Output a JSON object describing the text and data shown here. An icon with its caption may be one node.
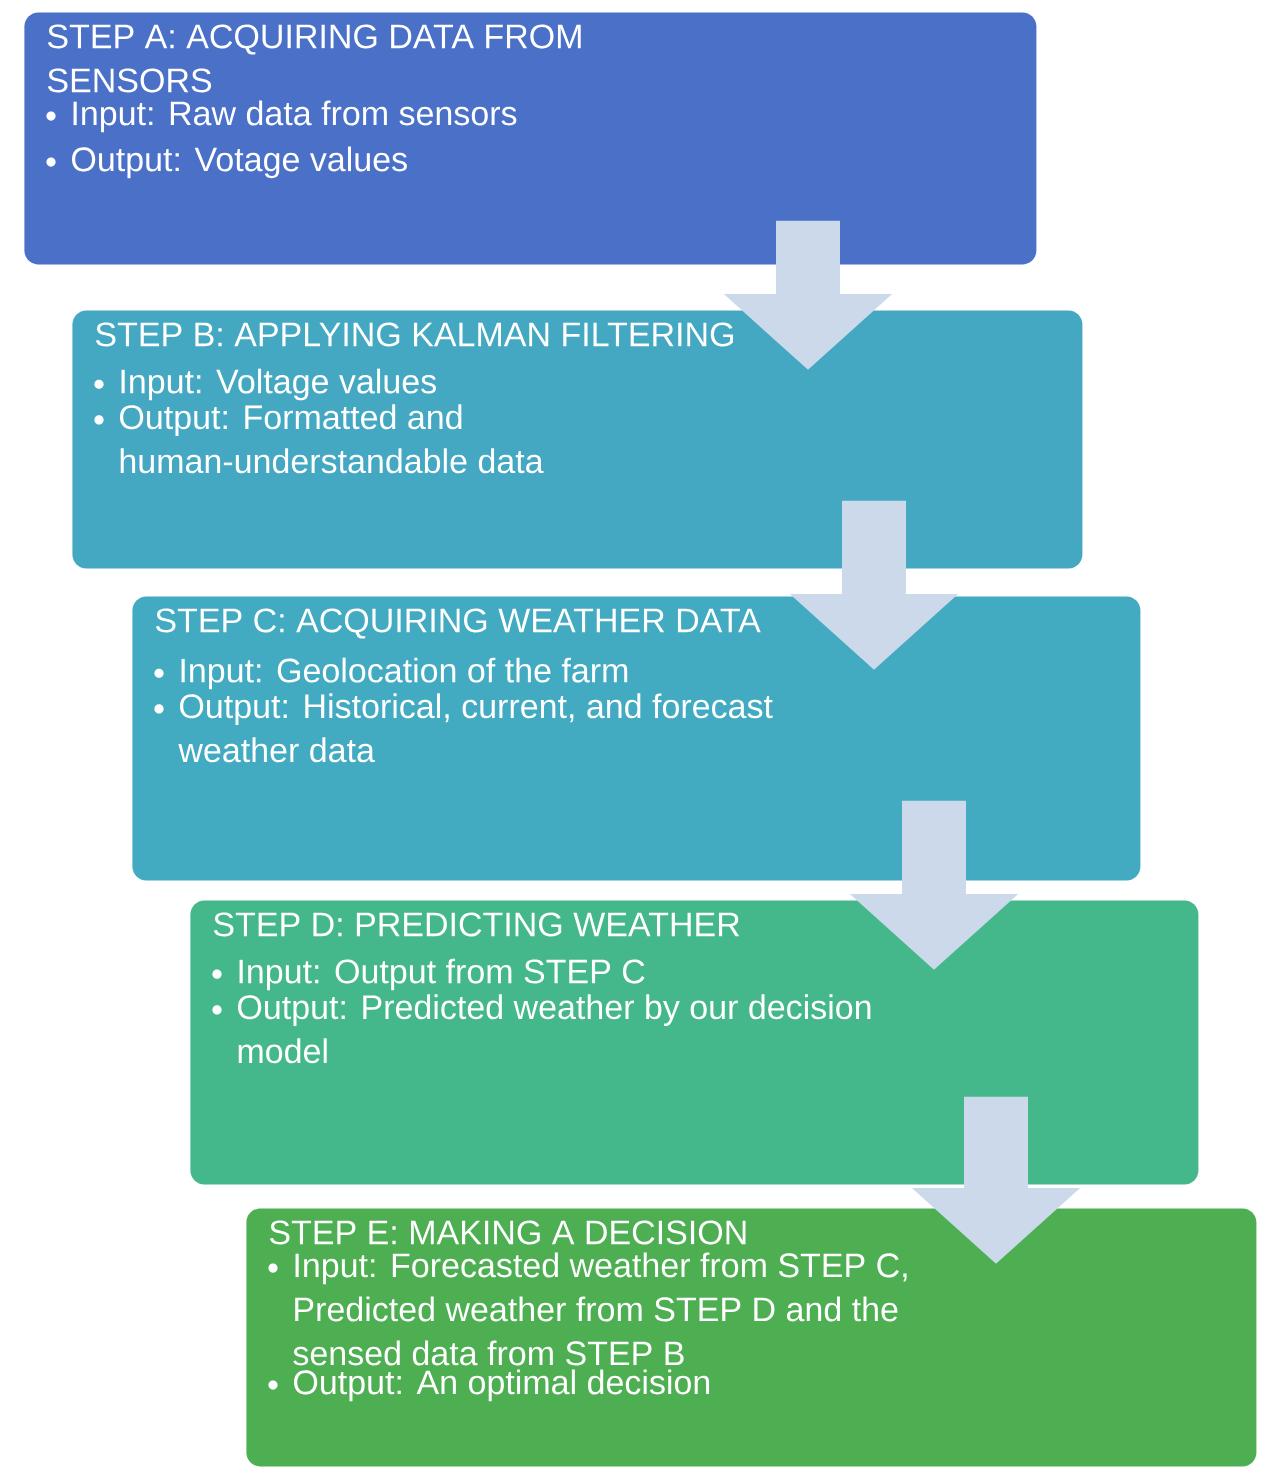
{
  "diagram": {
    "nodes": [
      {
        "text": [
          "STEP A: ACQUIRING DATA  FROM SENSORS",
          "Input: Raw data from sensors",
          "Output: Votage values"
        ]
      },
      {
        "text": [
          "STEP B: APPLYING KALMAN FILTERING",
          "Input: Voltage values",
          "Output: Formatted and human-understandable data"
        ]
      },
      {
        "text": [
          "STEP C: ACQUIRING WEATHER DATA",
          "Input: Geolocation of the farm",
          "Output: Historical, current, and forecast weather data"
        ]
      },
      {
        "text": [
          "STEP D: PREDICTING WEATHER",
          "Input:  Output from STEP C",
          "Output: Predicted weather by our decision model"
        ]
      },
      {
        "text": [
          "STEP E: MAKING A DECISION",
          "Input: Forecasted weather from STEP C, Predicted weather from STEP D and the sensed data from STEP B",
          "Output: An optimal decision"
        ]
      }
    ],
    "edges": [
      {
        "from": 0,
        "to": 1,
        "arrow": "to"
      },
      {
        "from": 1,
        "to": 2,
        "arrow": "to"
      },
      {
        "from": 2,
        "to": 3,
        "arrow": "to"
      },
      {
        "from": 3,
        "to": 4,
        "arrow": "to"
      }
    ]
  }
}
